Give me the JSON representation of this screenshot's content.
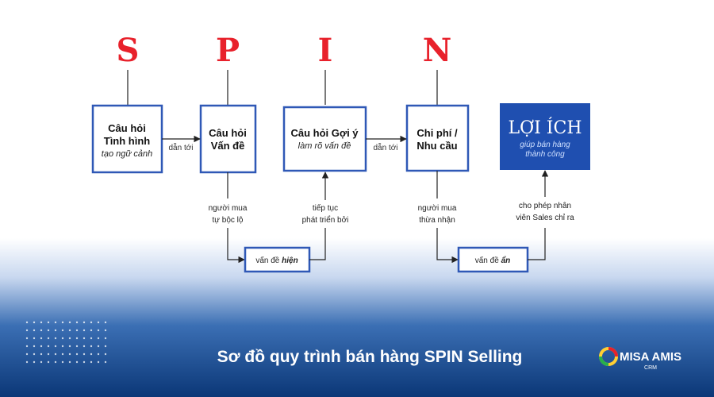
{
  "spin_letters": [
    "S",
    "P",
    "I",
    "N"
  ],
  "boxes": {
    "situation": {
      "line1": "Câu hỏi",
      "line2": "Tình hình",
      "sub": "tạo ngữ cảnh"
    },
    "problem": {
      "line1": "Câu hỏi",
      "line2": "Vấn đề"
    },
    "implication": {
      "line1": "Câu hỏi Gợi ý",
      "sub": "làm rõ vấn đề"
    },
    "need": {
      "line1": "Chi phí /",
      "line2": "Nhu cầu"
    },
    "benefit": {
      "title": "LỢI ÍCH",
      "sub1": "giúp bán hàng",
      "sub2": "thành công"
    }
  },
  "arrows": {
    "s_to_p": "dẫn tới",
    "i_to_n": "dẫn tới"
  },
  "annotations": {
    "buyer_reveals": {
      "line1": "người mua",
      "line2": "tự bộc lộ"
    },
    "continue_develop": {
      "line1": "tiếp tục",
      "line2": "phát triển bởi"
    },
    "buyer_admits": {
      "line1": "người mua",
      "line2": "thừa nhận"
    },
    "sales_shows": {
      "line1": "cho phép nhân",
      "line2": "viên Sales chỉ ra"
    }
  },
  "small_boxes": {
    "explicit": {
      "prefix": "vấn đề ",
      "emph": "hiện"
    },
    "implicit": {
      "prefix": "vấn đề ",
      "emph": "ẩn"
    }
  },
  "footer": {
    "caption": "Sơ đồ quy trình bán hàng SPIN Selling",
    "logo_main": "MISA AMIS",
    "logo_sub": "CRM"
  },
  "colors": {
    "letter_red": "#e8212b",
    "box_border": "#2f58b6",
    "benefit_fill": "#1f4fb0",
    "footer_blue": "#0d3a7c"
  }
}
